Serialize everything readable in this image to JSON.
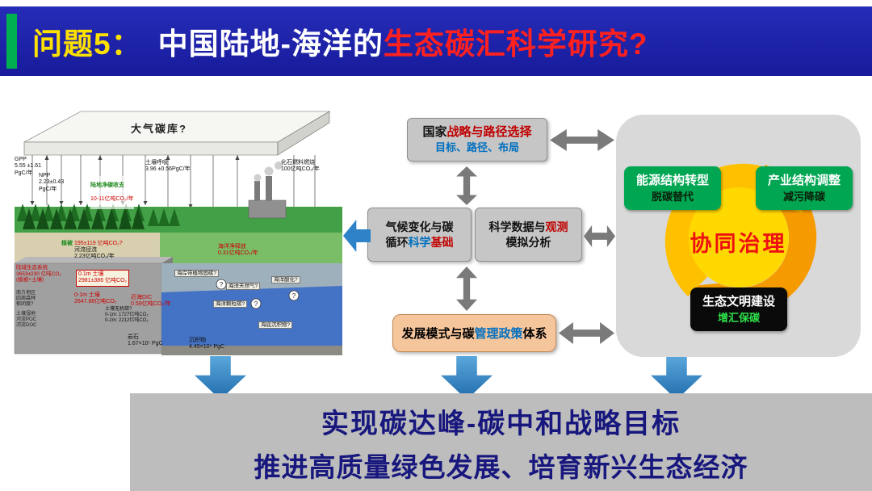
{
  "header": {
    "q": "问题5：",
    "t1": "中国陆地-海洋的",
    "t2": "生态碳汇科学研究?"
  },
  "diagram": {
    "atm": "大气碳库?",
    "q": "?",
    "gpp": "GPP\n5.55 ±1.61\nPgC/年",
    "npp": "NPP\n2.23±0.43\nPgC/年",
    "soil_resp": "土壤呼吸\n3.96 ±0.56PgC/年",
    "fossil": "化石燃料燃烧\n100亿吨CO₂/年",
    "land_net_label": "陆地净碳收支",
    "land_net_value": "10-11亿吨CO₂/年",
    "veg_label": "植被 ",
    "veg_value": "195±119 亿吨CO₂?",
    "river": "河流径流\n2.23亿吨CO₂/年",
    "ocean_net": "海洋净释放\n0.31亿吨CO₂/年",
    "land_eco": "陆域生态系统\n3653±230 亿吨CO₂\n(植被+土壤)",
    "soil01": "0.1m 土壤\n2981±386 亿吨CO₂",
    "soil1m": "0-1m 土壤\n2647.86亿吨CO₂",
    "coastal_dic": "近海DIC\n0.59亿吨CO₂/年",
    "coast_plant": "海岸带植物固碳?",
    "ocean_gas": "海洋天然气?",
    "ocean_acid": "海洋酸化?",
    "ocean_poc": "海洋颗粒碳?",
    "seafloor": "海底沉积物?",
    "soil_inorg": "土壤无机碳?\n0-1m: 1727亿吨CO₂\n0-2m: 2212亿吨CO₂",
    "rock": "岩石\n1.67×10⁷ PgC",
    "sediment": "沉积物\n4.45×10⁶ PgC",
    "note1": "南方地区\n四周森林\n郁闭度?",
    "note2": "土壤湿地\n河流POC\n河流DOC"
  },
  "flow": {
    "top": {
      "black": "国家",
      "red": "战略与路径选择",
      "sub": "目标、路径、布局"
    },
    "left": {
      "l1": "气候变化与碳",
      "l2a": "循环",
      "l2b": "科学",
      "l2c": "基础"
    },
    "right": {
      "l1a": "科学数据与",
      "l1b": "观测",
      "l2": "模拟分析"
    },
    "bottom": {
      "a": "发展模式与碳",
      "b": "管理政策",
      "c": "体系"
    }
  },
  "panel": {
    "center": "协同治理",
    "energy": {
      "t": "能源结构转型",
      "s": "脱碳替代"
    },
    "industry": {
      "t": "产业结构调整",
      "s": "减污降碳"
    },
    "eco": {
      "t": "生态文明建设",
      "s": "增汇保碳"
    }
  },
  "footer": {
    "line1": "实现碳达峰-碳中和战略目标",
    "line2": "推进高质量绿色发展、培育新兴生态经济"
  },
  "colors": {
    "banner_bg": "#1b1fa8",
    "accent_green": "#00b050",
    "title_yellow": "#ffe100",
    "title_red": "#ff2020",
    "box_gray": "#c6c6c6",
    "box_peach": "#f5c59c",
    "panel_gray": "#d9d9d9",
    "ring_orange": "#f59b00",
    "ring_yellow": "#ffc000",
    "center_yellow": "#ffd800",
    "green_box": "#00a651",
    "black_box": "#0a0a0a",
    "blue_arrow": "#2e83c8",
    "gray_arrow": "#7a7a7a",
    "footer_bg": "#bdbdbd",
    "footer_text": "#17177e",
    "red_text": "#c00000",
    "blue_text": "#0070c0"
  }
}
